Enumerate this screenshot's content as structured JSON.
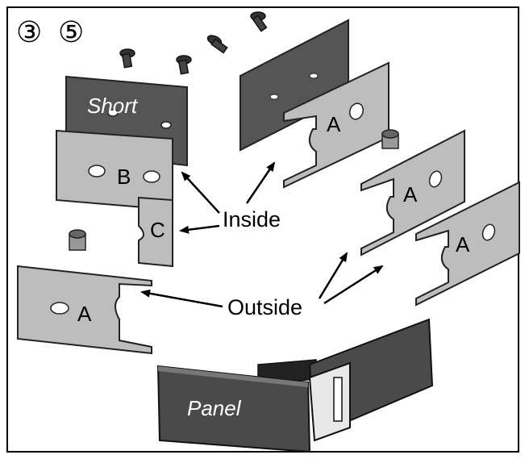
{
  "steps": {
    "first": "③",
    "second": "⑤"
  },
  "labels": {
    "short": "Short",
    "b": "B",
    "c": "C",
    "a_top": "A",
    "a_mid": "A",
    "a_right": "A",
    "a_left": "A",
    "panel": "Panel"
  },
  "callouts": {
    "inside": "Inside",
    "outside": "Outside"
  },
  "colors": {
    "dark_plate": "#555555",
    "light_plate": "#bcbcbc",
    "panel": "#4a4a4a",
    "outline": "#222222",
    "arrow": "#000000"
  }
}
